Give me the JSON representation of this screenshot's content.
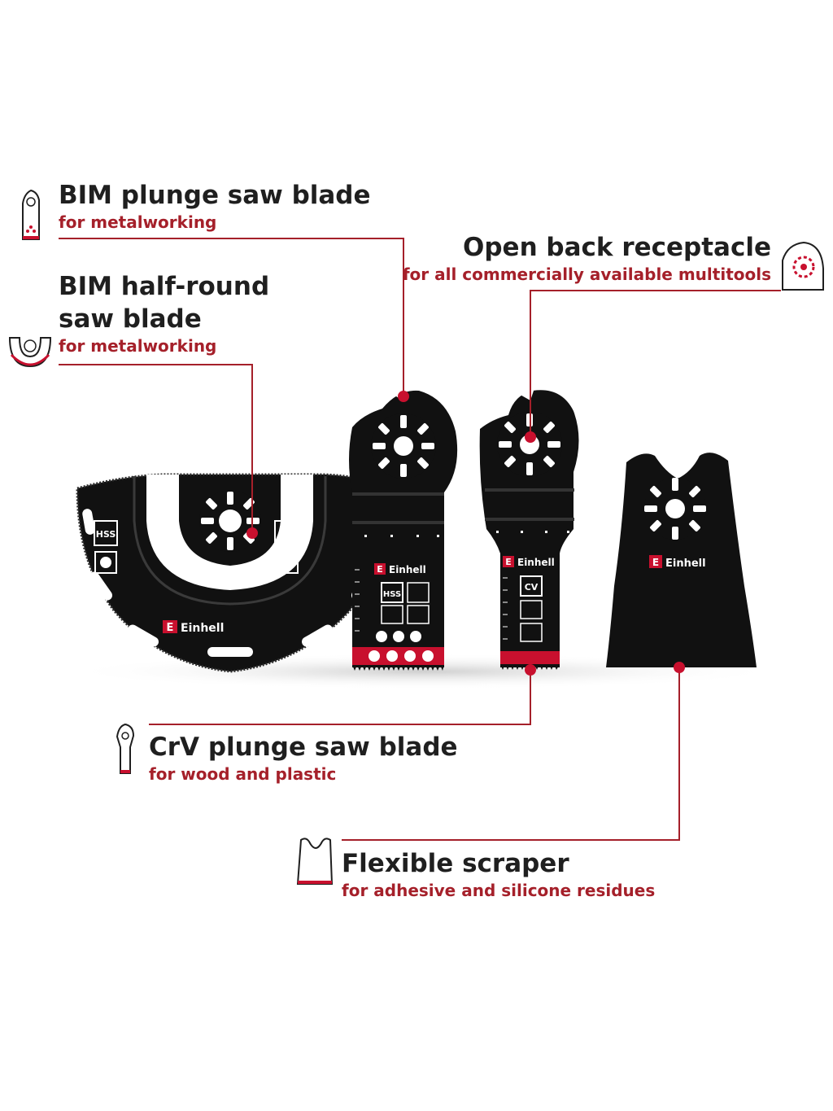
{
  "colors": {
    "accent": "#c8102e",
    "dark": "#1f1f1f",
    "subtitle": "#a5202a",
    "blade": "#111111"
  },
  "callouts": {
    "bim_plunge": {
      "title": "BIM plunge saw blade",
      "subtitle": "for metalworking",
      "icon": "plunge-blade-icon"
    },
    "open_back": {
      "title": "Open back receptacle",
      "subtitle": "for all commercially available multitools",
      "icon": "receptacle-icon"
    },
    "bim_half_round": {
      "title_line1": "BIM half-round",
      "title_line2": "saw blade",
      "subtitle": "for metalworking",
      "icon": "half-round-blade-icon"
    },
    "crv_plunge": {
      "title": "CrV plunge saw blade",
      "subtitle": "for wood and plastic",
      "icon": "crv-blade-icon"
    },
    "scraper": {
      "title": "Flexible scraper",
      "subtitle": "for adhesive and silicone residues",
      "icon": "scraper-icon"
    }
  },
  "blades": {
    "brand": "Einhell",
    "half_round_mark": "HSS",
    "bim_plunge_mark": "HSS",
    "crv_plunge_mark": "CV"
  }
}
